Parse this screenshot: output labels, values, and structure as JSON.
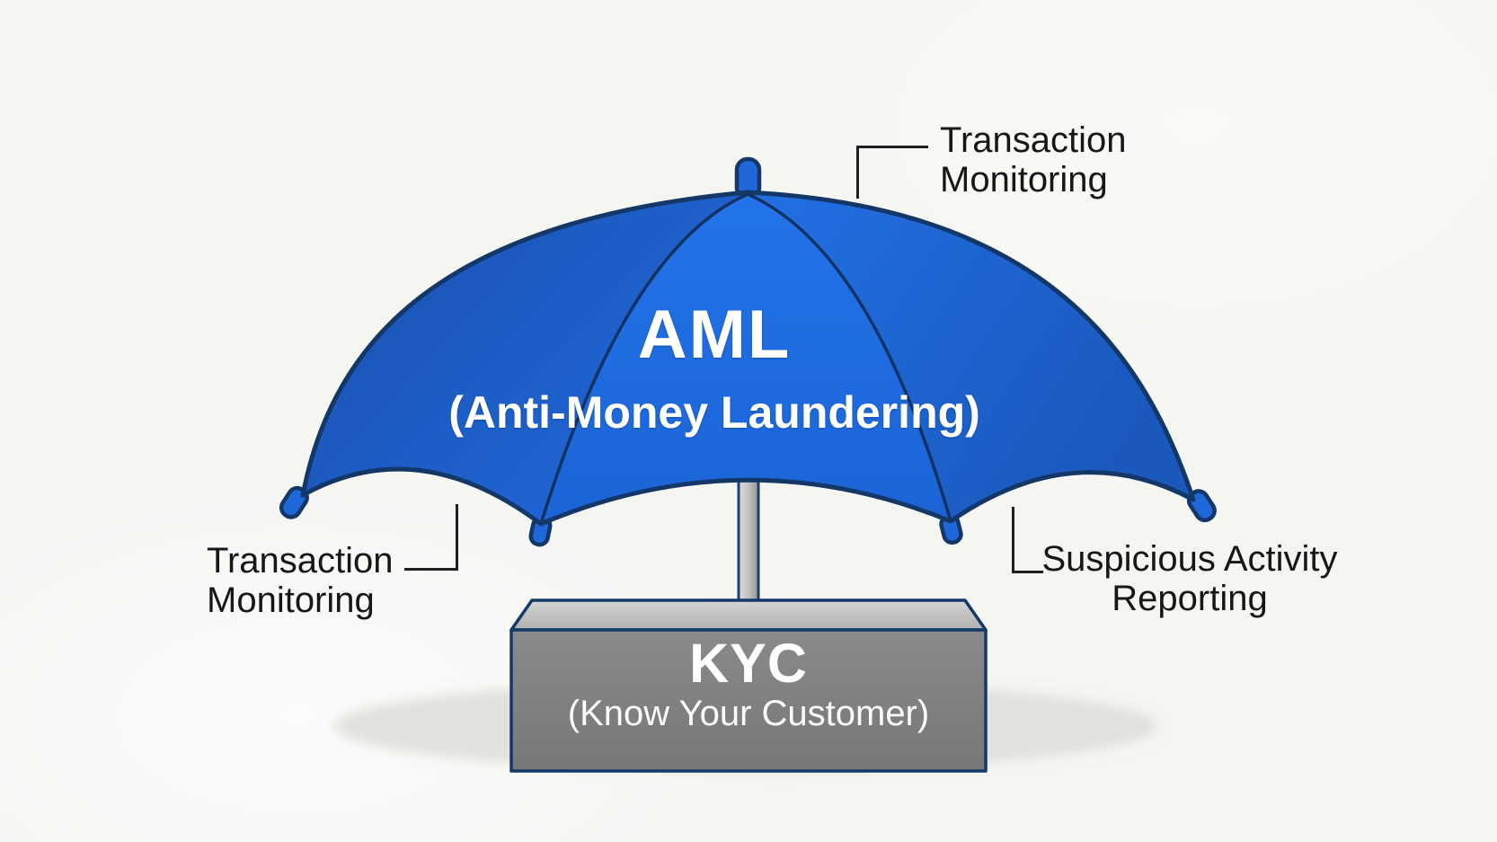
{
  "diagram": {
    "umbrella": {
      "title": "AML",
      "subtitle": "(Anti-Money Laundering)"
    },
    "base": {
      "title": "KYC",
      "subtitle": "(Know Your Customer)"
    },
    "callouts": {
      "top_right": {
        "line1": "Transaction",
        "line2": "Monitoring"
      },
      "bottom_left": {
        "line1": "Transaction",
        "line2": "Monitoring"
      },
      "bottom_right": {
        "line1": "Suspicious Activity",
        "line2": "Reporting"
      }
    },
    "colors": {
      "umbrella_blue": "#1f68da",
      "umbrella_blue_dark": "#1a55b6",
      "umbrella_outline": "#133767",
      "pole_gray": "#c0c0c0",
      "base_front_gray": "#7f7f7f",
      "base_top_gray": "#c6c6c6",
      "shadow_gray": "#e1e1de",
      "label_text": "#171717",
      "text_on_shapes": "#ffffff",
      "background": "#f5f5f2"
    }
  }
}
